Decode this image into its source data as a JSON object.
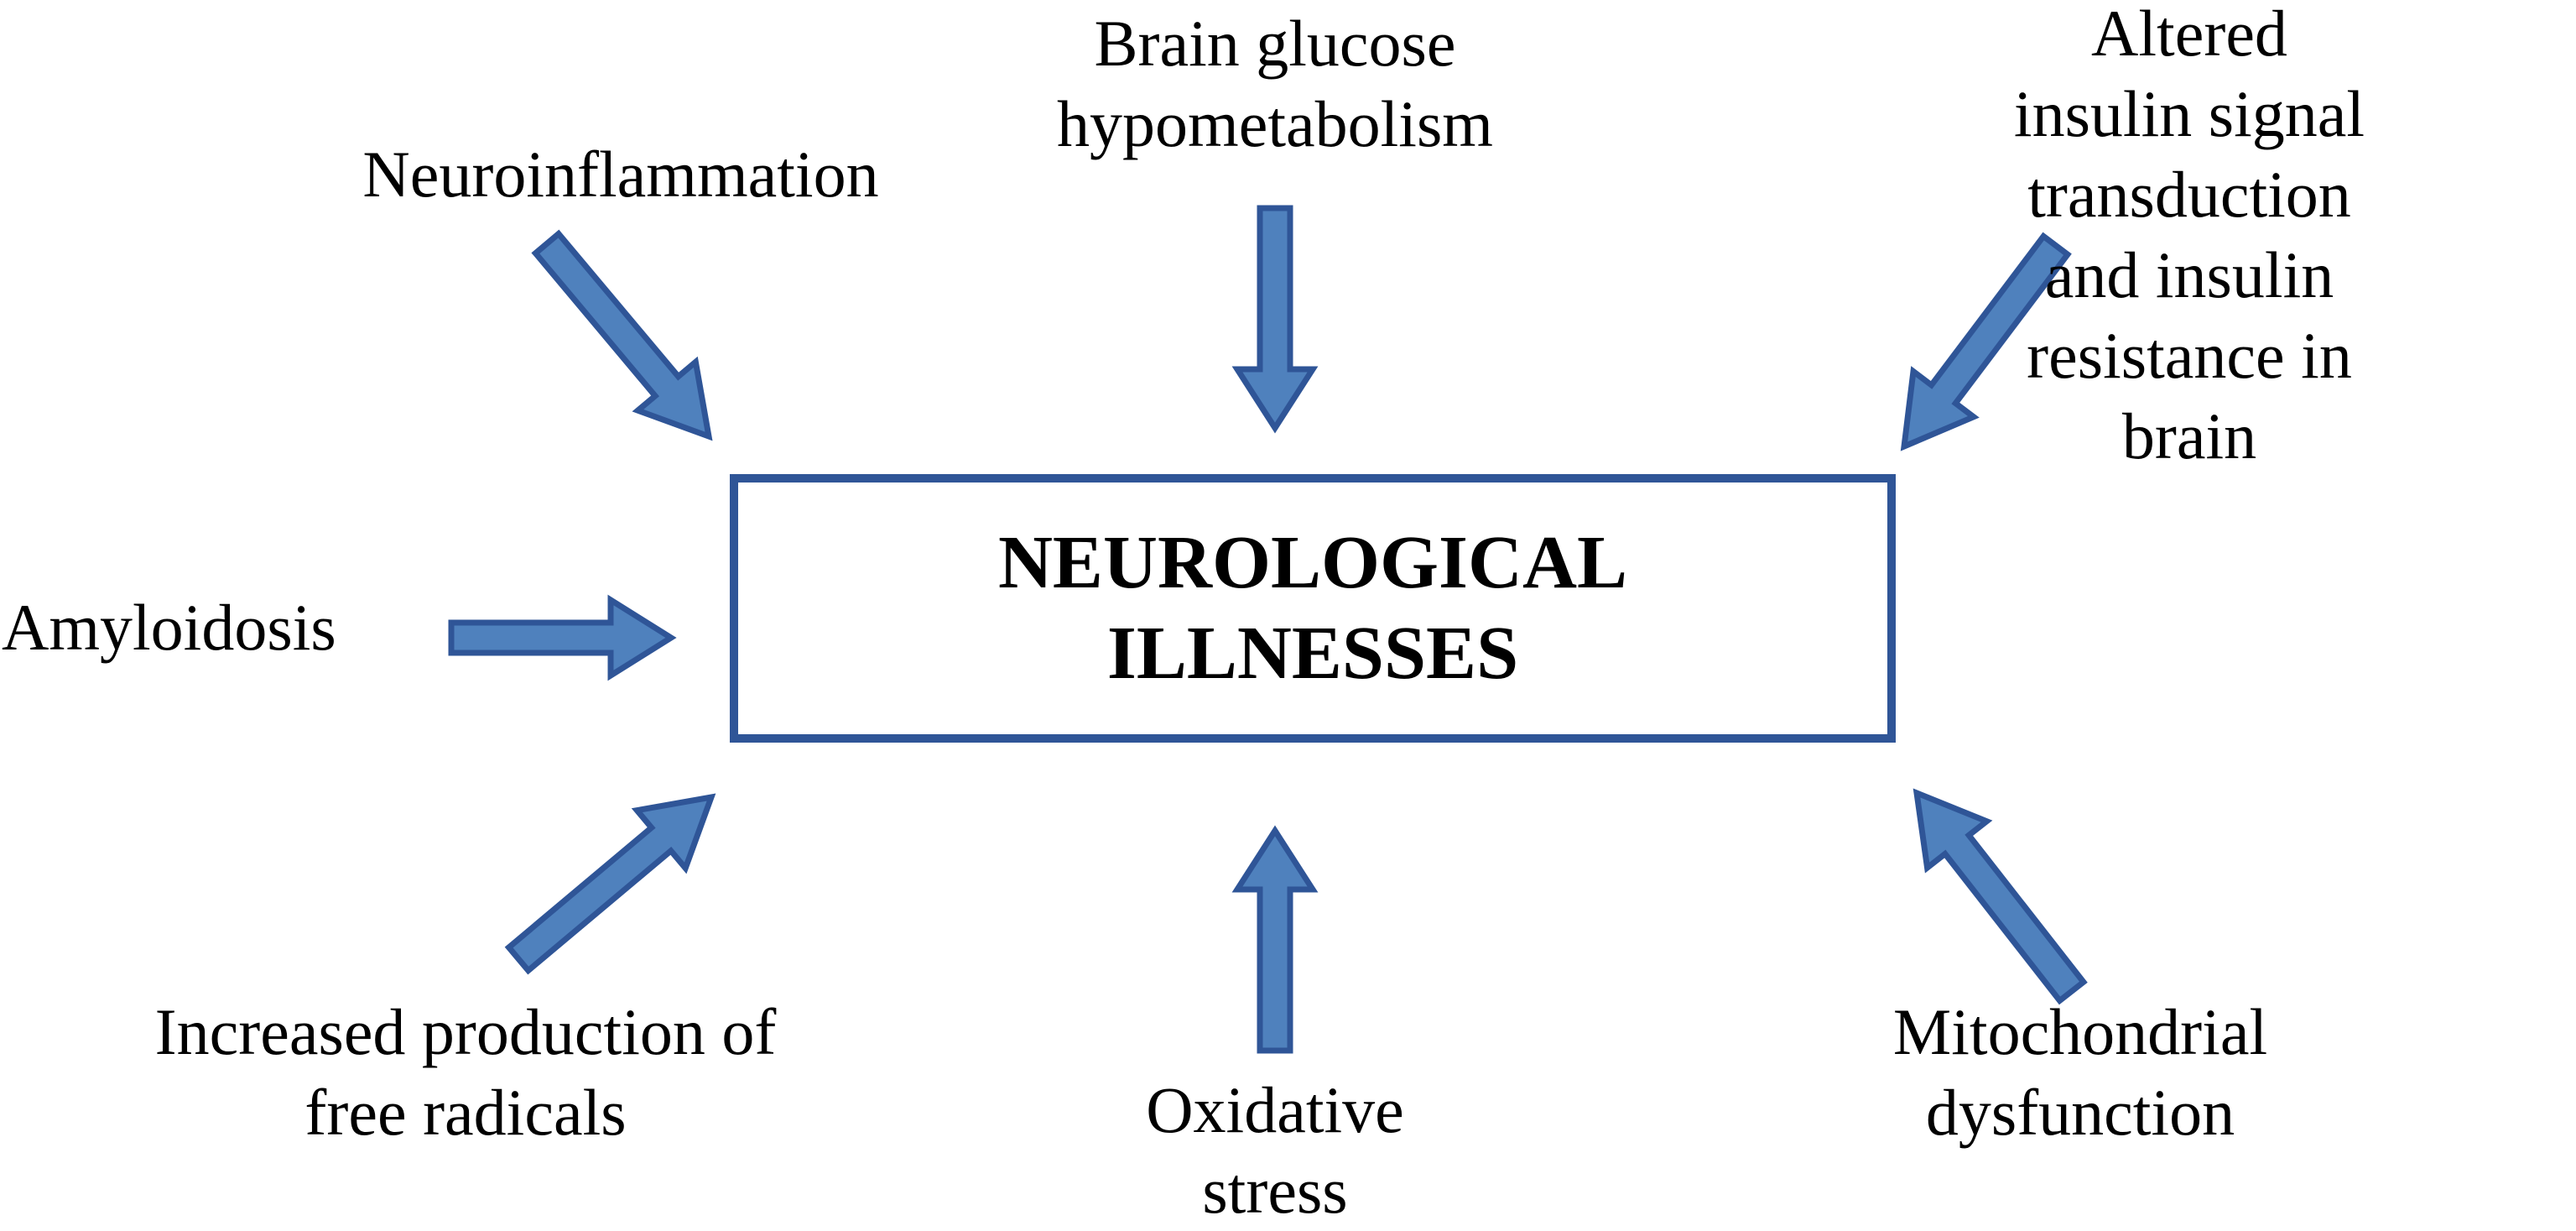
{
  "center": {
    "title": "NEUROLOGICAL\nILLNESSES"
  },
  "factors": {
    "neuroinflammation": "Neuroinflammation",
    "brain_glucose": "Brain glucose\nhypometabolism",
    "insulin": "Altered insulin signal\ntransduction and insulin\nresistance in brain",
    "amyloidosis": "Amyloidosis",
    "free_radicals": "Increased production of\nfree radicals",
    "oxidative_stress": "Oxidative\nstress",
    "mitochondrial": "Mitochondrial\ndysfunction"
  },
  "colors": {
    "arrow_fill": "#4f81bd",
    "arrow_stroke": "#2f5597",
    "box_border": "#2f5597"
  }
}
